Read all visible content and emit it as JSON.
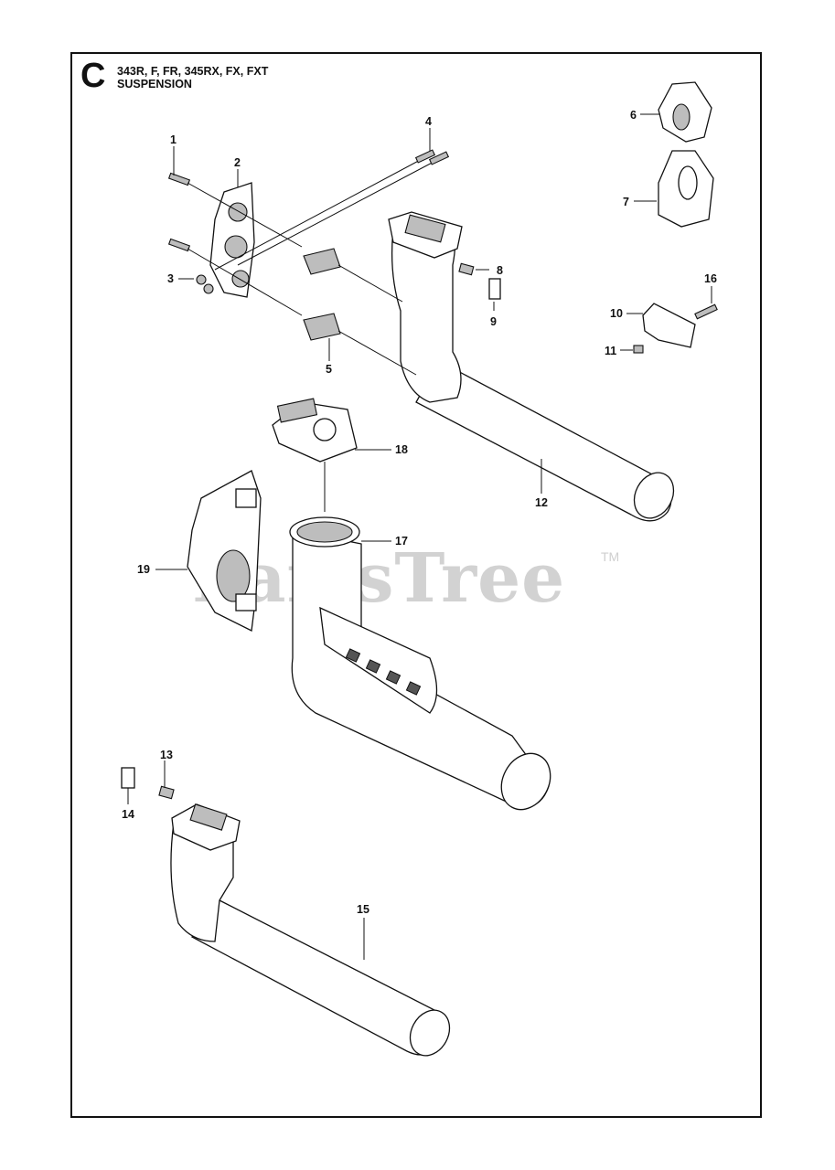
{
  "section": "C",
  "models": "343R, F, FR, 345RX, FX, FXT",
  "title": "SUSPENSION",
  "watermark": "PartsTree",
  "watermark_tm": "TM",
  "callouts": [
    {
      "id": "1",
      "label": "1"
    },
    {
      "id": "2",
      "label": "2"
    },
    {
      "id": "3",
      "label": "3"
    },
    {
      "id": "4",
      "label": "4"
    },
    {
      "id": "5",
      "label": "5"
    },
    {
      "id": "6",
      "label": "6"
    },
    {
      "id": "7",
      "label": "7"
    },
    {
      "id": "8",
      "label": "8"
    },
    {
      "id": "9",
      "label": "9"
    },
    {
      "id": "10",
      "label": "10"
    },
    {
      "id": "11",
      "label": "11"
    },
    {
      "id": "12",
      "label": "12"
    },
    {
      "id": "13",
      "label": "13"
    },
    {
      "id": "14",
      "label": "14"
    },
    {
      "id": "15",
      "label": "15"
    },
    {
      "id": "16",
      "label": "16"
    },
    {
      "id": "17",
      "label": "17"
    },
    {
      "id": "18",
      "label": "18"
    },
    {
      "id": "19",
      "label": "19"
    }
  ]
}
